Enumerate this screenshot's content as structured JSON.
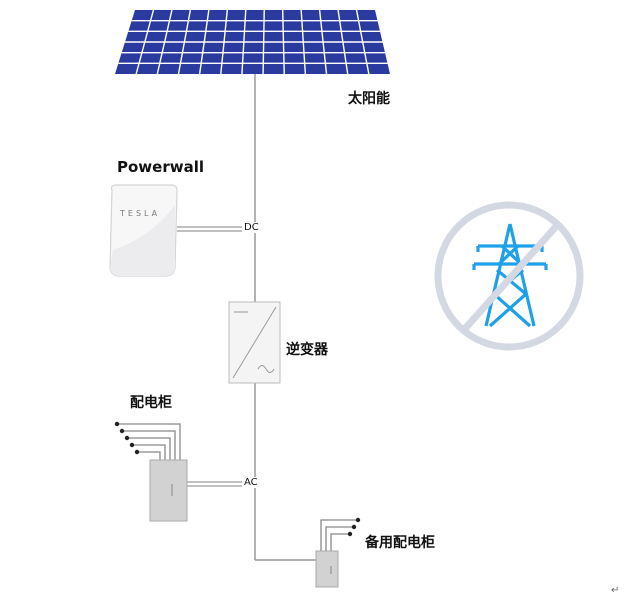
{
  "labels": {
    "solar": "太阳能",
    "powerwall": "Powerwall",
    "powerwall_brand": "TESLA",
    "dc": "DC",
    "inverter": "逆变器",
    "distribution_panel": "配电柜",
    "ac": "AC",
    "backup_panel": "备用配电柜"
  },
  "icons": {
    "solar_panel": "solar-panel-icon",
    "battery": "powerwall-battery-icon",
    "inverter": "inverter-icon",
    "panel": "distribution-panel-icon",
    "grid": "no-grid-power-tower-icon"
  },
  "colors": {
    "solar_cell": "#2b3a9e",
    "tower": "#1ea1e8",
    "ring": "#d4d8e2",
    "wire": "#9a9a9a",
    "cabinet": "#d2d2d2"
  },
  "return_mark": "↵"
}
